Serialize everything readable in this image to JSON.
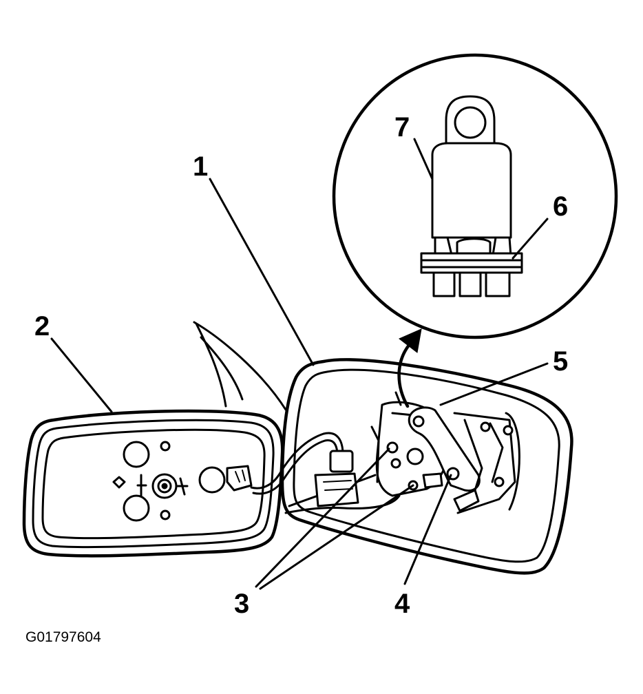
{
  "callouts": [
    {
      "id": "1",
      "text": "1"
    },
    {
      "id": "2",
      "text": "2"
    },
    {
      "id": "3",
      "text": "3"
    },
    {
      "id": "4",
      "text": "4"
    },
    {
      "id": "5",
      "text": "5"
    },
    {
      "id": "6",
      "text": "6"
    },
    {
      "id": "7",
      "text": "7"
    }
  ],
  "figure_id": "G01797604"
}
